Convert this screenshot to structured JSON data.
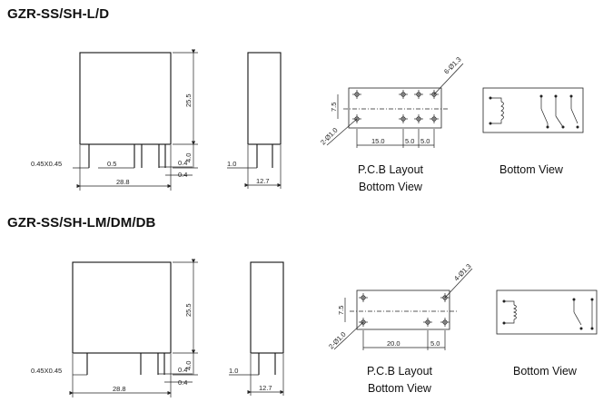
{
  "sections": [
    {
      "title": "GZR-SS/SH-L/D",
      "front": {
        "height": "25.5",
        "width": "28.8",
        "pin_pitch": "0.5",
        "pin_size": "0.45X0.45",
        "pin_len": "4.0",
        "d1": "0.4",
        "d2": "0.4"
      },
      "side": {
        "width": "12.7",
        "offset": "1.0"
      },
      "pcb": {
        "hole_big": "6-Ø1.3",
        "hole_small": "2-Ø1.0",
        "row_gap": "7.5",
        "spans": [
          "15.0",
          "5.0",
          "5.0"
        ]
      },
      "pcb_caption": [
        "P.C.B Layout",
        "Bottom View"
      ],
      "schematic_caption": "Bottom View"
    },
    {
      "title": "GZR-SS/SH-LM/DM/DB",
      "front": {
        "height": "25.5",
        "width": "28.8",
        "pin_size": "0.45X0.45",
        "pin_len": "4.0",
        "d1": "0.4",
        "d2": "0.4"
      },
      "side": {
        "width": "12.7",
        "offset": "1.0"
      },
      "pcb": {
        "hole_big": "4-Ø1.3",
        "hole_small": "2-Ø1.0",
        "row_gap": "7.5",
        "spans": [
          "20.0",
          "5.0"
        ]
      },
      "pcb_caption": [
        "P.C.B Layout",
        "Bottom View"
      ],
      "schematic_caption": "Bottom View"
    }
  ]
}
